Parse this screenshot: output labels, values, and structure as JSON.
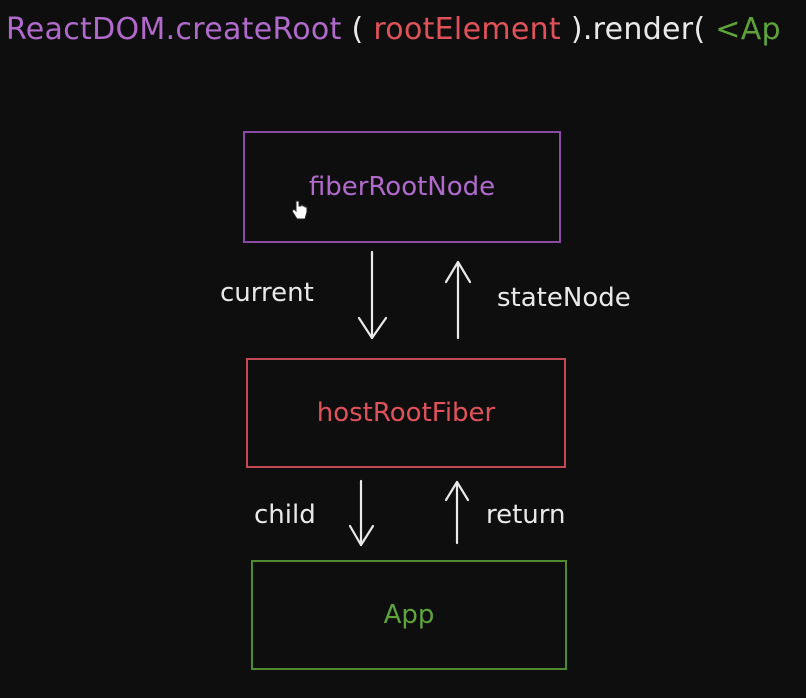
{
  "code": {
    "part1": "ReactDOM.createRoot",
    "part2": " ( ",
    "part3": "rootElement",
    "part4": " ).render( ",
    "part5": "<Ap",
    "colors": {
      "purple": "#b06acb",
      "red": "#e0525a",
      "white": "#e9e9e9",
      "green": "#5ea33a"
    }
  },
  "nodes": {
    "fiber_root": {
      "label": "fiberRootNode",
      "color": "#b06acb"
    },
    "host_root": {
      "label": "hostRootFiber",
      "color": "#e0525a"
    },
    "app": {
      "label": "App",
      "color": "#5ea33a"
    }
  },
  "edges": {
    "current": "current",
    "state_node": "stateNode",
    "child": "child",
    "return": "return"
  }
}
